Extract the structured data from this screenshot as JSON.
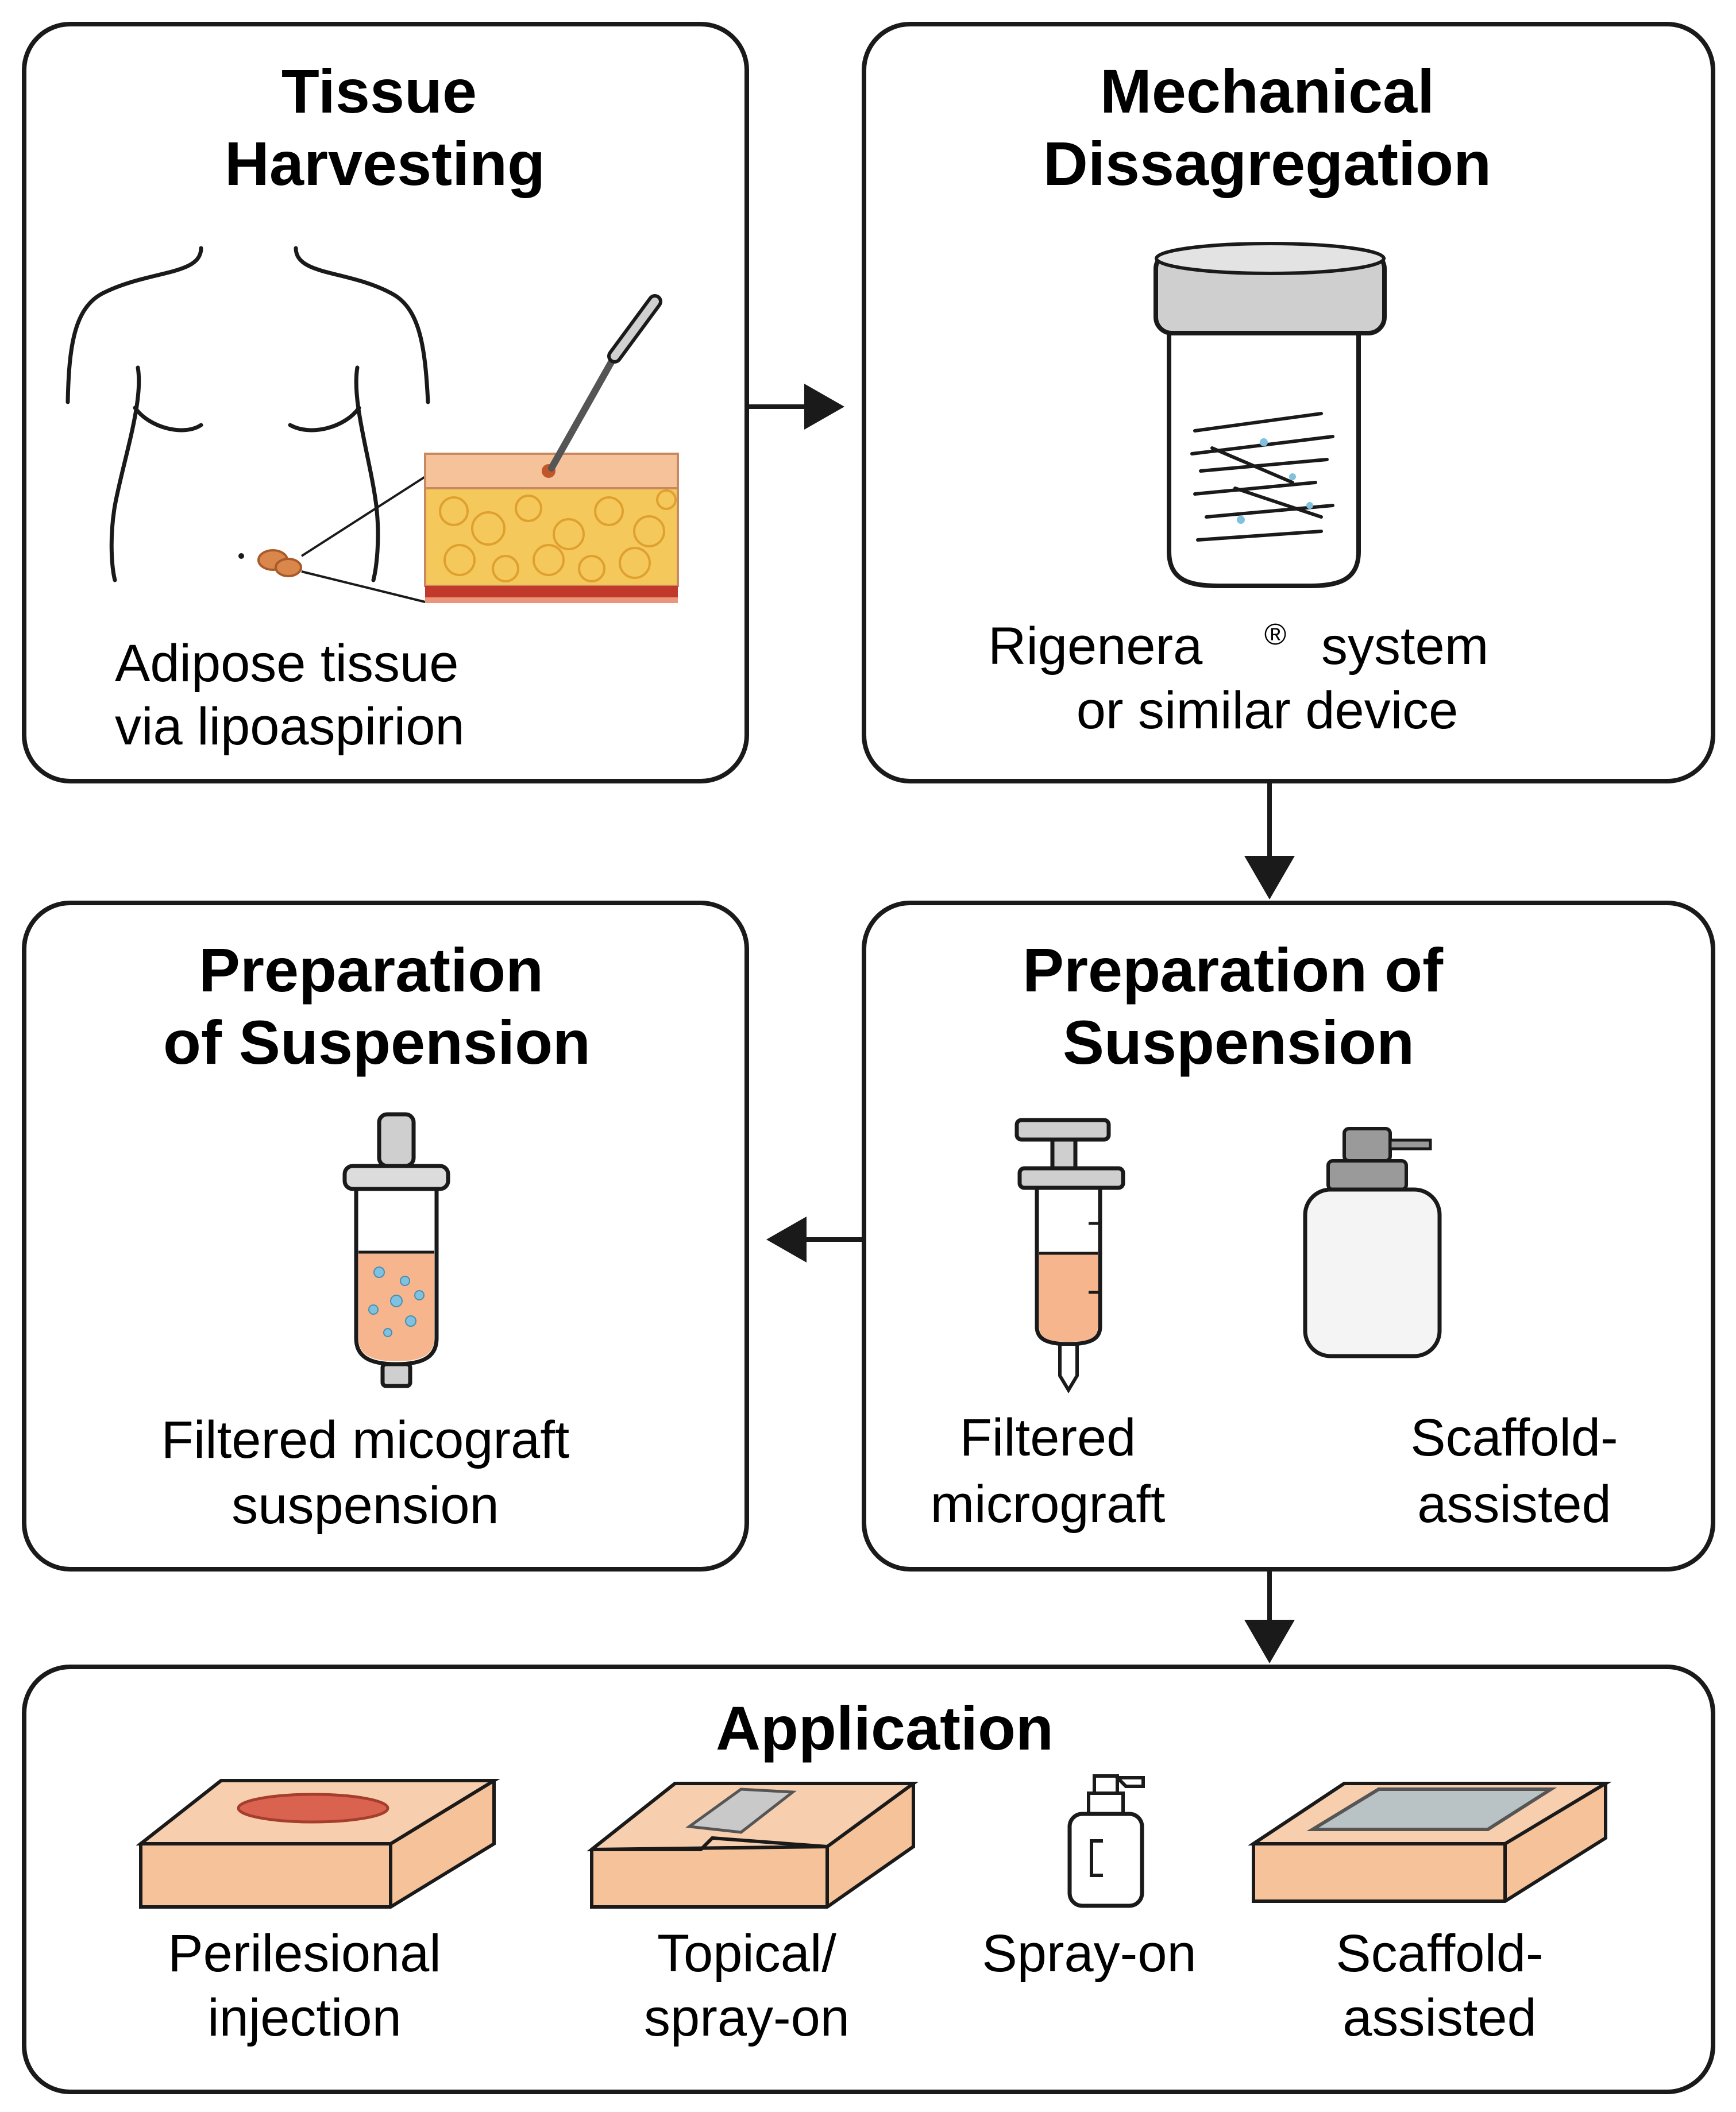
{
  "boxes": {
    "harvest": {
      "title_line1": "Tissue",
      "title_line2": "Harvesting",
      "caption_line1": "Adipose tissue",
      "caption_line2": "via lipoaspirion"
    },
    "disaggregation": {
      "title_line1": "Mechanical",
      "title_line2": "Dissagregation",
      "caption_line1_a": "Rigenera",
      "caption_line1_reg": "®",
      "caption_line1_b": "system",
      "caption_line2": "or similar device"
    },
    "suspension_left": {
      "title_line1": "Preparation",
      "title_line2": "of Suspension",
      "caption_line1": "Filtered micograft",
      "caption_line2": "suspension"
    },
    "suspension_right": {
      "title_line1": "Preparation of",
      "title_line2": "Suspension",
      "caption_a_line1": "Filtered",
      "caption_a_line2": "micrograft",
      "caption_b_line1": "Scaffold-",
      "caption_b_line2": "assisted"
    },
    "application": {
      "title": "Application",
      "items": [
        {
          "line1": "Perilesional",
          "line2": "injection"
        },
        {
          "line1": "Topical/",
          "line2": "spray-on"
        },
        {
          "line1": "Spray-on",
          "line2": ""
        },
        {
          "line1": "Scaffold-",
          "line2": "assisted"
        }
      ]
    }
  },
  "colors": {
    "outline": "#1a1a1a",
    "skin": "#f6c29a",
    "skin_edge": "#c98960",
    "fat": "#f4c85a",
    "fat_cells": "#e8a83a",
    "dermis_red": "#c0392b",
    "wound": "#d9634f",
    "liquid": "#f6b58c",
    "particles": "#7fc1de",
    "cap_gray": "#c8c8c8",
    "scaffold": "#b9c3c6"
  }
}
